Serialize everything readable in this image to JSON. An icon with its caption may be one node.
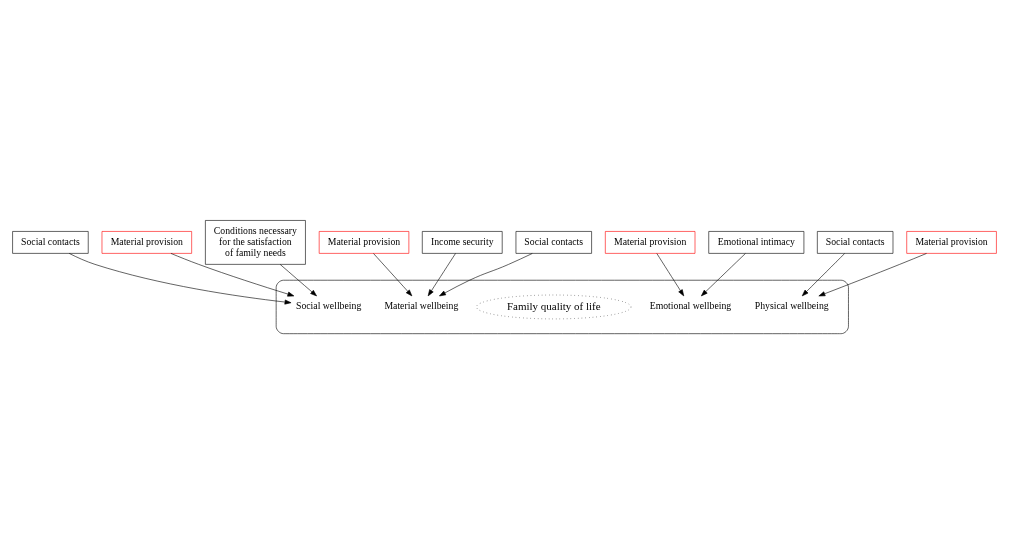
{
  "diagram": {
    "nodes": [
      {
        "text": [],
        "shape": "ellipse"
      },
      {
        "text": [
          "Material wellbeing"
        ],
        "in": 0
      },
      {
        "text": [
          "Social wellbeing"
        ],
        "in": 0
      },
      {
        "text": [
          "Family quality of life"
        ],
        "in": 0
      },
      {
        "text": [
          "Emotional wellbeing"
        ],
        "in": 0
      },
      {
        "text": [
          "Physical wellbeing"
        ],
        "in": 0
      },
      {
        "text": [
          "Material provision"
        ]
      },
      {
        "text": [
          "Social contacts"
        ]
      },
      {
        "text": [
          "Material provision"
        ]
      },
      {
        "text": [
          "Income security"
        ]
      },
      {
        "text": [
          "Conditions necessary for the satisfaction of family needs"
        ]
      },
      {
        "text": [
          "Social contacts"
        ]
      },
      {
        "text": [
          "Material provision"
        ]
      },
      {
        "text": [
          "Social contacts"
        ]
      },
      {
        "text": [
          "Emotional intimacy"
        ]
      },
      {
        "text": [
          "Material provision"
        ]
      }
    ],
    "edges": [
      {
        "from": 6,
        "to": 1,
        "arrow": "to"
      },
      {
        "from": 9,
        "to": 1,
        "arrow": "to"
      },
      {
        "from": 11,
        "to": 1,
        "arrow": "to"
      },
      {
        "from": 7,
        "to": 2,
        "arrow": "to"
      },
      {
        "from": 8,
        "to": 2,
        "arrow": "to"
      },
      {
        "from": 10,
        "to": 2,
        "arrow": "to"
      },
      {
        "from": 12,
        "to": 4,
        "arrow": "to"
      },
      {
        "from": 14,
        "to": 4,
        "arrow": "to"
      },
      {
        "from": 13,
        "to": 5,
        "arrow": "to"
      },
      {
        "from": 15,
        "to": 5,
        "arrow": "to"
      }
    ]
  }
}
